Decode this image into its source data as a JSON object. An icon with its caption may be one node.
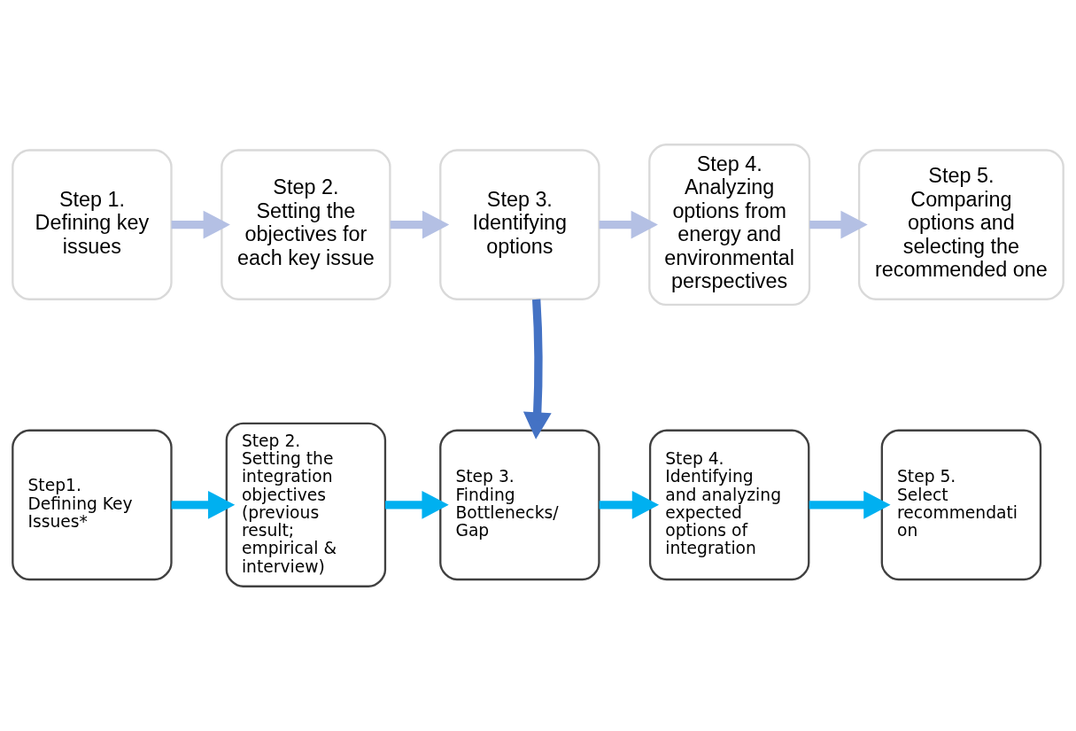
{
  "diagram": {
    "nodes": [
      {
        "text": [
          "Step 1.",
          "Defining key issues"
        ]
      },
      {
        "text": [
          "Step 2.",
          "Setting the objectives for each key issue"
        ]
      },
      {
        "text": [
          "Step 3.",
          "Identifying options"
        ]
      },
      {
        "text": [
          "Step 4.",
          "Analyzing options from energy and environmental perspectives"
        ]
      },
      {
        "text": [
          "Step 5.",
          "Comparing options and selecting the recommended one"
        ]
      },
      {
        "text": [
          "Step1. Defining Key Issues*"
        ]
      },
      {
        "text": [
          "Step 2. Setting the integration objectives (previous result; empirical & interview)"
        ]
      },
      {
        "text": [
          "Step 3. Finding Bottlenecks/ Gap"
        ]
      },
      {
        "text": [
          "Step 4. Identifying and analyzing expected options of integration"
        ]
      },
      {
        "text": [
          "Step 5. Select recommendati on"
        ]
      }
    ],
    "edges": [
      {
        "from": 0,
        "to": 1,
        "arrow": "to",
        "color": "#b4c0e4"
      },
      {
        "from": 1,
        "to": 2,
        "arrow": "to",
        "color": "#b4c0e4"
      },
      {
        "from": 2,
        "to": 3,
        "arrow": "to",
        "color": "#b4c0e4"
      },
      {
        "from": 3,
        "to": 4,
        "arrow": "to",
        "color": "#b4c0e4"
      },
      {
        "from": 2,
        "to": 7,
        "arrow": "to",
        "color": "#4472c4"
      },
      {
        "from": 5,
        "to": 6,
        "arrow": "to",
        "color": "#00b0f0"
      },
      {
        "from": 6,
        "to": 7,
        "arrow": "to",
        "color": "#00b0f0"
      },
      {
        "from": 7,
        "to": 8,
        "arrow": "to",
        "color": "#00b0f0"
      },
      {
        "from": 8,
        "to": 9,
        "arrow": "to",
        "color": "#00b0f0"
      }
    ]
  }
}
